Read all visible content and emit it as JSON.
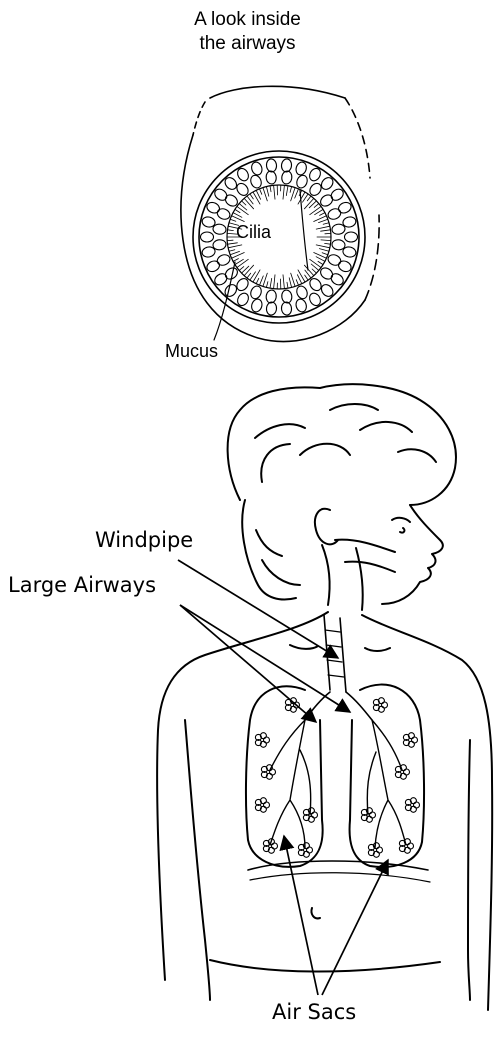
{
  "cross_section": {
    "caption_line1": "A look inside",
    "caption_line2": "the airways",
    "cilia_label": "Cilia",
    "mucus_label": "Mucus"
  },
  "body_diagram": {
    "windpipe_label": "Windpipe",
    "large_airways_label": "Large Airways",
    "air_sacs_label": "Air Sacs"
  },
  "colors": {
    "ink": "#000000",
    "background": "#ffffff"
  }
}
